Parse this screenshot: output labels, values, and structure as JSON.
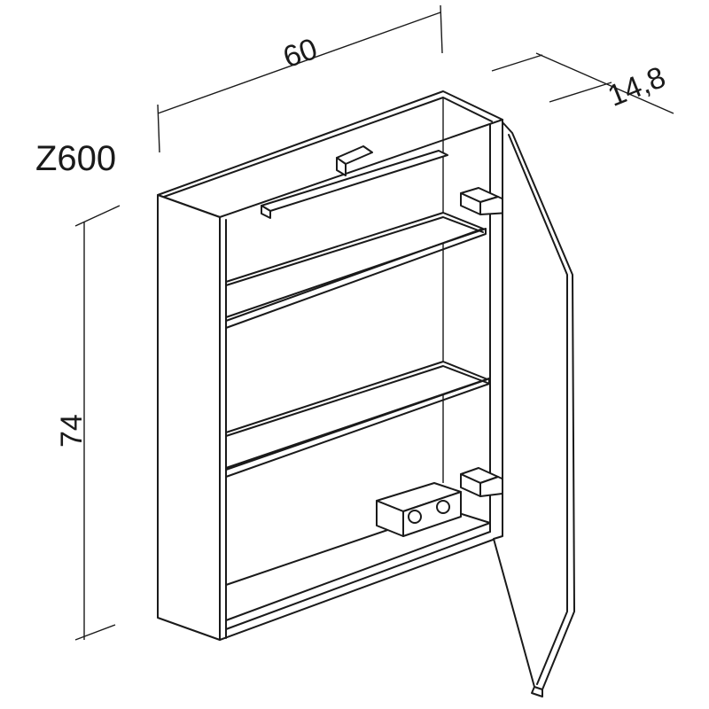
{
  "model_label": "Z600",
  "dimensions": {
    "width": "60",
    "depth": "14,8",
    "height": "74"
  }
}
